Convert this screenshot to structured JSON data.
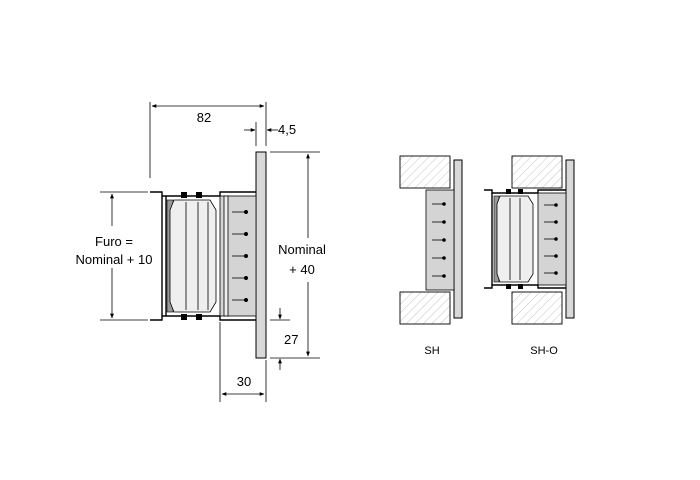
{
  "dimensions": {
    "width_82": "82",
    "thickness_4_5": "4,5",
    "furo_line1": "Furo =",
    "furo_line2": "Nominal + 10",
    "nominal_line1": "Nominal",
    "nominal_line2": "+ 40",
    "margin_27": "27",
    "depth_30": "30"
  },
  "variants": {
    "sh_label": "SH",
    "sho_label": "SH-O"
  }
}
